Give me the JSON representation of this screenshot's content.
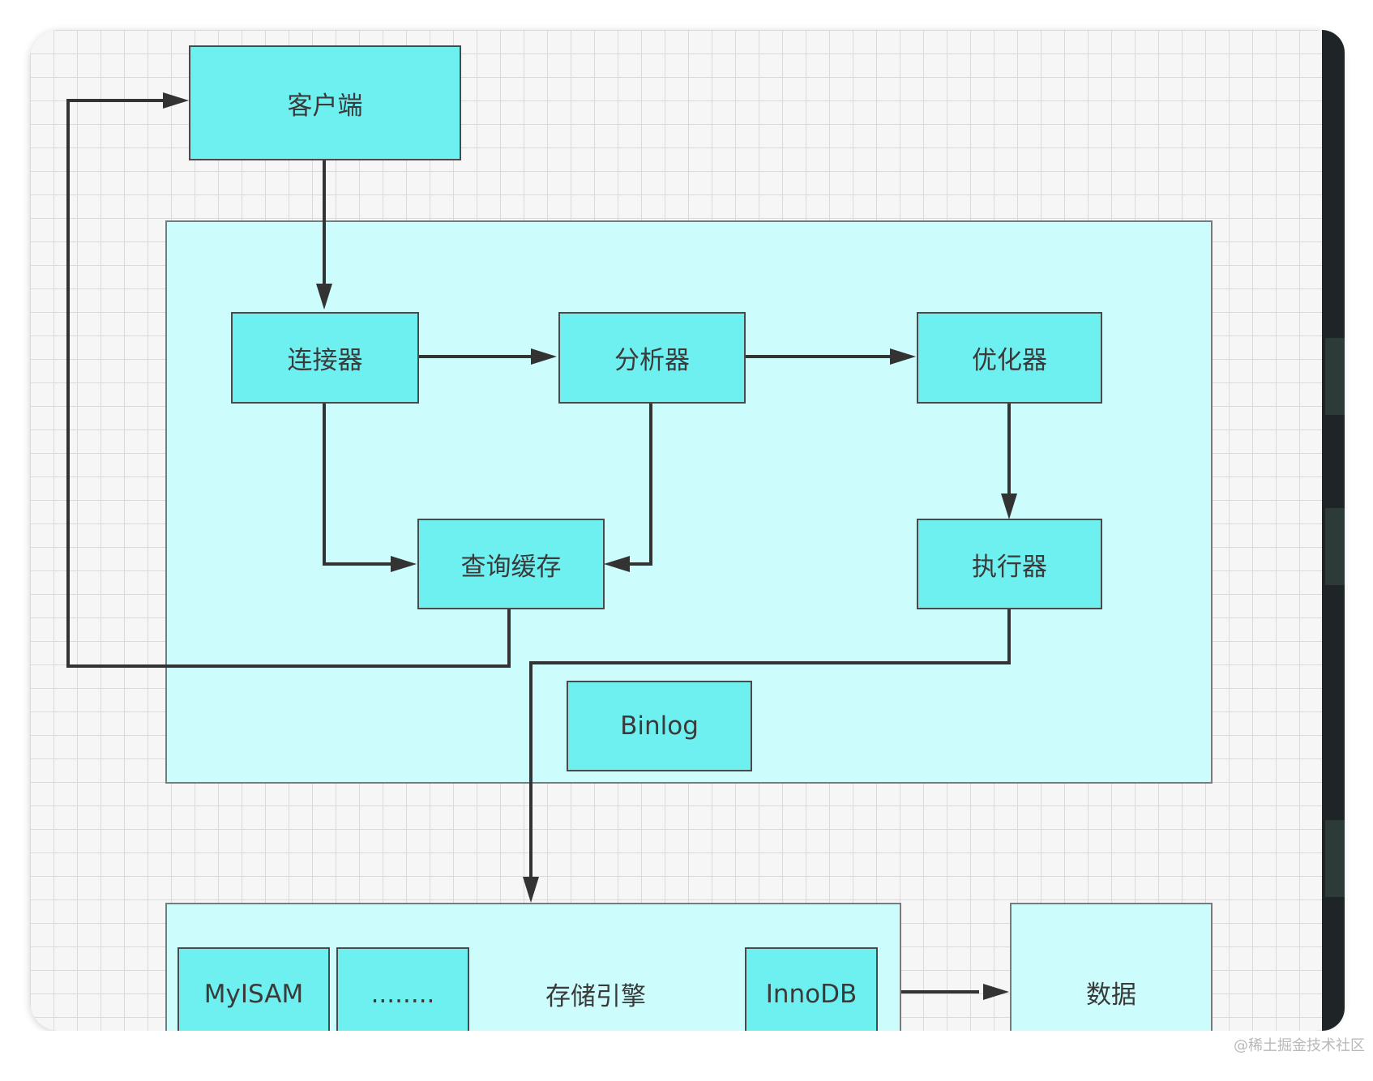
{
  "nodes": {
    "client": "客户端",
    "connector": "连接器",
    "analyzer": "分析器",
    "optimizer": "优化器",
    "query_cache": "查询缓存",
    "executor": "执行器",
    "binlog": "Binlog",
    "storage_engine": "存储引擎",
    "myisam": "MyISAM",
    "ellipsis": "........",
    "innodb": "InnoDB",
    "data": "数据"
  },
  "watermark": "@稀土掘金技术社区",
  "colors": {
    "node_fill": "#6ff0f0",
    "group_fill": "#ccfcfc",
    "edge": "#333333"
  }
}
